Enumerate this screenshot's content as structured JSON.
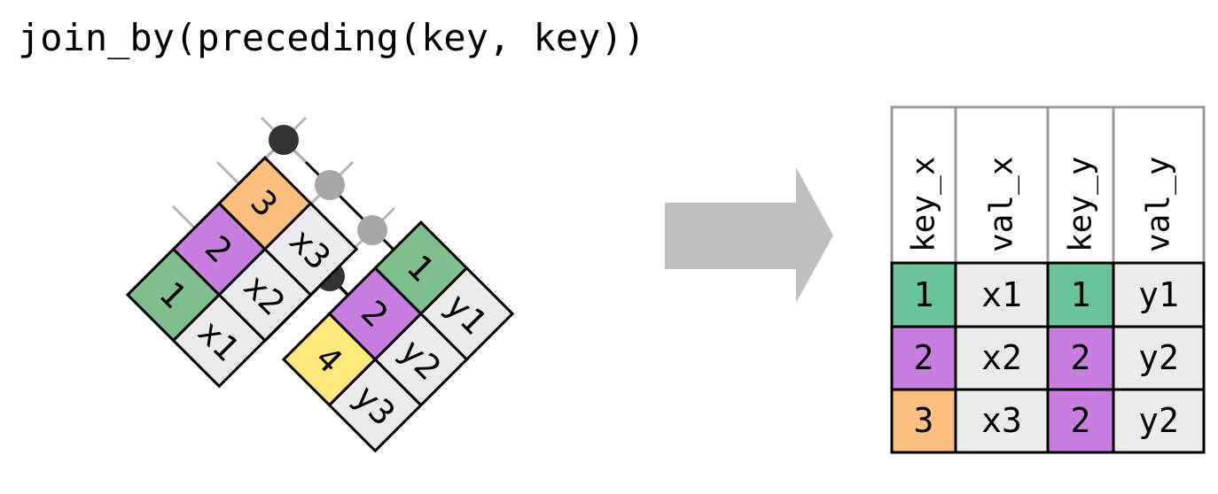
{
  "title": "join_by(preceding(key, key))",
  "colors": {
    "key1": "#7fbf8e",
    "key2": "#c87de0",
    "key3": "#fdbf7f",
    "key4": "#ffe87c",
    "cell": "#ebebeb",
    "arrow": "#bfbfbf",
    "match_dark": "#333333",
    "match_light": "#a6a6a6",
    "out_key1": "#6ac39a"
  },
  "x_table": {
    "keys": [
      "1",
      "2",
      "3"
    ],
    "vals": [
      "x1",
      "x2",
      "x3"
    ]
  },
  "y_table": {
    "keys": [
      "1",
      "2",
      "4"
    ],
    "vals": [
      "y1",
      "y2",
      "y3"
    ]
  },
  "output": {
    "headers": [
      "key_x",
      "val_x",
      "key_y",
      "val_y"
    ],
    "rows": [
      {
        "key_x": "1",
        "val_x": "x1",
        "key_y": "1",
        "val_y": "y1"
      },
      {
        "key_x": "2",
        "val_x": "x2",
        "key_y": "2",
        "val_y": "y2"
      },
      {
        "key_x": "3",
        "val_x": "x3",
        "key_y": "2",
        "val_y": "y2"
      }
    ]
  }
}
